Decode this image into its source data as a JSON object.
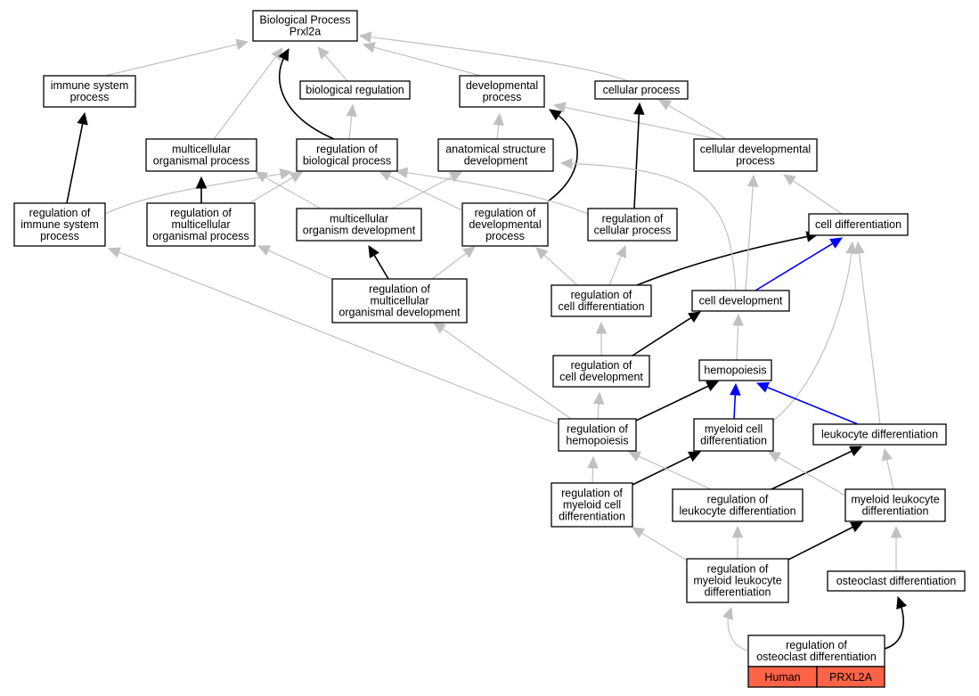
{
  "graph": {
    "colors": {
      "gray_edge": "#c0c0c0",
      "black_edge": "#000000",
      "blue_edge": "#0000ff",
      "node_fill": "#ffffff",
      "node_border": "#000000",
      "species_tag": "#ff6347"
    },
    "nodes": [
      {
        "id": "bp",
        "lines": [
          "Biological Process",
          "Prxl2a"
        ]
      },
      {
        "id": "immune",
        "lines": [
          "immune system",
          "process"
        ]
      },
      {
        "id": "bioreg",
        "lines": [
          "biological regulation"
        ]
      },
      {
        "id": "devproc",
        "lines": [
          "developmental",
          "process"
        ]
      },
      {
        "id": "cellproc",
        "lines": [
          "cellular process"
        ]
      },
      {
        "id": "multiorg",
        "lines": [
          "multicellular",
          "organismal process"
        ]
      },
      {
        "id": "regbio",
        "lines": [
          "regulation of",
          "biological process"
        ]
      },
      {
        "id": "anat",
        "lines": [
          "anatomical structure",
          "development"
        ]
      },
      {
        "id": "celldevproc",
        "lines": [
          "cellular developmental",
          "process"
        ]
      },
      {
        "id": "regimmune",
        "lines": [
          "regulation of",
          "immune system",
          "process"
        ]
      },
      {
        "id": "regmultiorg",
        "lines": [
          "regulation of",
          "multicellular",
          "organismal process"
        ]
      },
      {
        "id": "multidev",
        "lines": [
          "multicellular",
          "organism development"
        ]
      },
      {
        "id": "regdev",
        "lines": [
          "regulation of",
          "developmental",
          "process"
        ]
      },
      {
        "id": "regcellproc",
        "lines": [
          "regulation of",
          "cellular process"
        ]
      },
      {
        "id": "celldiff",
        "lines": [
          "cell differentiation"
        ]
      },
      {
        "id": "regmultidev",
        "lines": [
          "regulation of",
          "multicellular",
          "organismal development"
        ]
      },
      {
        "id": "regcelldiff",
        "lines": [
          "regulation of",
          "cell differentiation"
        ]
      },
      {
        "id": "celldev",
        "lines": [
          "cell development"
        ]
      },
      {
        "id": "regcelldev",
        "lines": [
          "regulation of",
          "cell development"
        ]
      },
      {
        "id": "hemo",
        "lines": [
          "hemopoiesis"
        ]
      },
      {
        "id": "reghemo",
        "lines": [
          "regulation of",
          "hemopoiesis"
        ]
      },
      {
        "id": "myeloid",
        "lines": [
          "myeloid cell",
          "differentiation"
        ]
      },
      {
        "id": "leuko",
        "lines": [
          "leukocyte differentiation"
        ]
      },
      {
        "id": "regmyeloid",
        "lines": [
          "regulation of",
          "myeloid cell",
          "differentiation"
        ]
      },
      {
        "id": "regleuko",
        "lines": [
          "regulation of",
          "leukocyte differentiation"
        ]
      },
      {
        "id": "myeleuko",
        "lines": [
          "myeloid leukocyte",
          "differentiation"
        ]
      },
      {
        "id": "regmyeleuko",
        "lines": [
          "regulation of",
          "myeloid leukocyte",
          "differentiation"
        ]
      },
      {
        "id": "osteo",
        "lines": [
          "osteoclast differentiation"
        ]
      },
      {
        "id": "regosteo",
        "lines": [
          "regulation of",
          "osteoclast differentiation"
        ]
      }
    ],
    "species_tag": {
      "organism": "Human",
      "gene": "PRXL2A"
    },
    "edges": [
      {
        "from": "immune",
        "to": "bp",
        "kind": "gray"
      },
      {
        "from": "bioreg",
        "to": "bp",
        "kind": "gray"
      },
      {
        "from": "devproc",
        "to": "bp",
        "kind": "gray"
      },
      {
        "from": "cellproc",
        "to": "bp",
        "kind": "gray"
      },
      {
        "from": "multiorg",
        "to": "bp",
        "kind": "gray"
      },
      {
        "from": "regbio",
        "to": "bp",
        "kind": "black"
      },
      {
        "from": "regbio",
        "to": "bioreg",
        "kind": "gray"
      },
      {
        "from": "anat",
        "to": "devproc",
        "kind": "gray"
      },
      {
        "from": "celldevproc",
        "to": "devproc",
        "kind": "gray"
      },
      {
        "from": "celldevproc",
        "to": "cellproc",
        "kind": "gray"
      },
      {
        "from": "regimmune",
        "to": "immune",
        "kind": "black"
      },
      {
        "from": "regimmune",
        "to": "regbio",
        "kind": "gray"
      },
      {
        "from": "regmultiorg",
        "to": "multiorg",
        "kind": "black"
      },
      {
        "from": "regmultiorg",
        "to": "regbio",
        "kind": "gray"
      },
      {
        "from": "multidev",
        "to": "multiorg",
        "kind": "gray"
      },
      {
        "from": "multidev",
        "to": "anat",
        "kind": "gray"
      },
      {
        "from": "regdev",
        "to": "devproc",
        "kind": "black"
      },
      {
        "from": "regdev",
        "to": "regbio",
        "kind": "gray"
      },
      {
        "from": "regcellproc",
        "to": "cellproc",
        "kind": "black"
      },
      {
        "from": "regcellproc",
        "to": "regbio",
        "kind": "gray"
      },
      {
        "from": "celldiff",
        "to": "celldevproc",
        "kind": "gray"
      },
      {
        "from": "regmultidev",
        "to": "multidev",
        "kind": "black"
      },
      {
        "from": "regmultidev",
        "to": "regmultiorg",
        "kind": "gray"
      },
      {
        "from": "regmultidev",
        "to": "regdev",
        "kind": "gray"
      },
      {
        "from": "regcelldiff",
        "to": "celldiff",
        "kind": "black"
      },
      {
        "from": "regcelldiff",
        "to": "regdev",
        "kind": "gray"
      },
      {
        "from": "regcelldiff",
        "to": "regcellproc",
        "kind": "gray"
      },
      {
        "from": "celldev",
        "to": "celldiff",
        "kind": "blue"
      },
      {
        "from": "celldev",
        "to": "celldevproc",
        "kind": "gray"
      },
      {
        "from": "celldev",
        "to": "anat",
        "kind": "gray"
      },
      {
        "from": "regcelldev",
        "to": "celldev",
        "kind": "black"
      },
      {
        "from": "regcelldev",
        "to": "regcelldiff",
        "kind": "gray"
      },
      {
        "from": "hemo",
        "to": "celldev",
        "kind": "gray"
      },
      {
        "from": "reghemo",
        "to": "hemo",
        "kind": "black"
      },
      {
        "from": "reghemo",
        "to": "regcelldev",
        "kind": "gray"
      },
      {
        "from": "reghemo",
        "to": "regimmune",
        "kind": "gray"
      },
      {
        "from": "reghemo",
        "to": "regmultidev",
        "kind": "gray"
      },
      {
        "from": "myeloid",
        "to": "hemo",
        "kind": "blue"
      },
      {
        "from": "myeloid",
        "to": "celldiff",
        "kind": "gray"
      },
      {
        "from": "leuko",
        "to": "hemo",
        "kind": "blue"
      },
      {
        "from": "leuko",
        "to": "celldiff",
        "kind": "gray"
      },
      {
        "from": "regmyeloid",
        "to": "myeloid",
        "kind": "black"
      },
      {
        "from": "regmyeloid",
        "to": "reghemo",
        "kind": "gray"
      },
      {
        "from": "regleuko",
        "to": "leuko",
        "kind": "black"
      },
      {
        "from": "regleuko",
        "to": "reghemo",
        "kind": "gray"
      },
      {
        "from": "myeleuko",
        "to": "myeloid",
        "kind": "gray"
      },
      {
        "from": "myeleuko",
        "to": "leuko",
        "kind": "gray"
      },
      {
        "from": "regmyeleuko",
        "to": "myeleuko",
        "kind": "black"
      },
      {
        "from": "regmyeleuko",
        "to": "regmyeloid",
        "kind": "gray"
      },
      {
        "from": "regmyeleuko",
        "to": "regleuko",
        "kind": "gray"
      },
      {
        "from": "osteo",
        "to": "myeleuko",
        "kind": "gray"
      },
      {
        "from": "regosteo",
        "to": "osteo",
        "kind": "black"
      },
      {
        "from": "regosteo",
        "to": "regmyeleuko",
        "kind": "gray"
      }
    ]
  }
}
